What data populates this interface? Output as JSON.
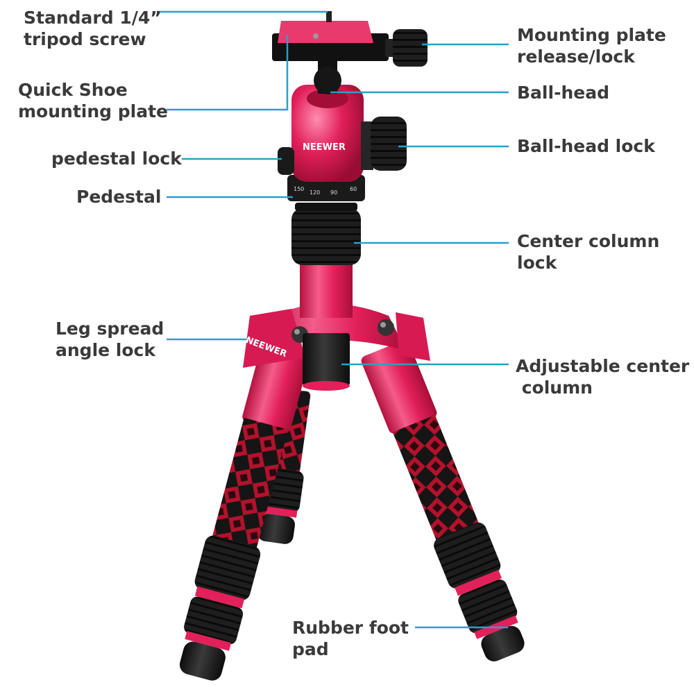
{
  "colors": {
    "leader_line": "#29a0c8",
    "label_text": "#3a3a3a",
    "tripod_body": "#e2205a",
    "tripod_body_light": "#f45c8a",
    "rubber": "#1c1c1c",
    "carbon_stripe": "#b3122c"
  },
  "branding": {
    "head_logo": "NEEWER",
    "leg_logo": "NEEWER",
    "dial_marks": [
      "150",
      "120",
      "90",
      "60"
    ]
  },
  "labels": {
    "screw": [
      "Standard 1/4”",
      "tripod screw"
    ],
    "quick_shoe": [
      "Quick Shoe",
      "mounting plate"
    ],
    "pedestal_lock": [
      "pedestal lock"
    ],
    "pedestal": [
      "Pedestal"
    ],
    "leg_spread": [
      "Leg spread",
      "angle lock"
    ],
    "mount_release": [
      "Mounting plate",
      "release/lock"
    ],
    "ballhead": [
      "Ball-head"
    ],
    "ballhead_lock": [
      "Ball-head lock"
    ],
    "center_lock": [
      "Center column",
      "lock"
    ],
    "center_column": [
      "Adjustable center",
      " column"
    ],
    "foot": [
      "Rubber foot",
      "pad"
    ]
  }
}
